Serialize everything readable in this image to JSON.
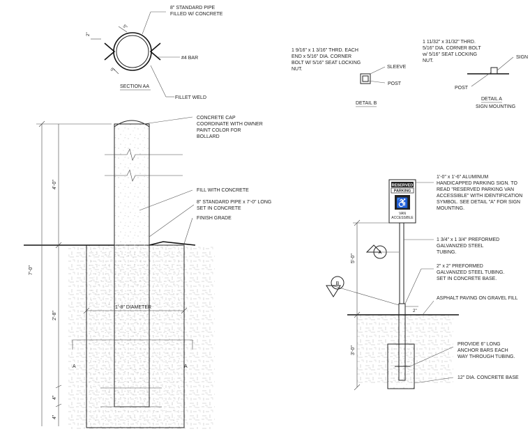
{
  "section_aa": {
    "pipe_note": [
      "8\" STANDARD PIPE",
      "FILLED W/ CONCRETE"
    ],
    "bar_note": "#4 BAR",
    "weld_note": "FILLET WELD",
    "title": "SECTION AA",
    "dim_2": "2\"",
    "dim_5a": "5\"",
    "dim_5b": "5\""
  },
  "detail_b": {
    "note": [
      "1 9/16\" x 1 3/16\" THRD. EACH",
      "END x 5/16\" DIA. CORNER",
      "BOLT W/ 5/16\" SEAT LOCKING",
      "NUT."
    ],
    "sleeve": "SLEEVE",
    "post": "POST",
    "title": "DETAIL B"
  },
  "detail_a": {
    "note": [
      "1 11/32\" x 31/32\" THRD.",
      "5/16\" DIA. CORNER BOLT",
      "w/ 5/16\" SEAT LOCKING",
      "NUT."
    ],
    "sign": "SIGN",
    "post": "POST",
    "title": "DETAIL A",
    "subtitle": "SIGN MOUNTING"
  },
  "bollard": {
    "cap_note": [
      "CONCRETE CAP",
      "COORDINATE WITH OWNER",
      "PAINT COLOR FOR",
      "BOLLARD"
    ],
    "fill_note": "FILL WITH CONCRETE",
    "pipe_note": [
      "8\" STANDARD PIPE x 7'-0\" LONG",
      "SET IN CONCRETE"
    ],
    "grade_note": "FINISH GRADE",
    "diameter": "1'-8\" DIAMETER",
    "dim_7": "7'-0\"",
    "dim_4": "4'-0\"",
    "dim_28": "2'-8\"",
    "dim_4in_a": "4\"",
    "dim_4in_b": "4\"",
    "section_a_left": "A",
    "section_a_right": "A"
  },
  "sign_post": {
    "sign_reserved": "RESERVED",
    "sign_parking": "PARKING",
    "sign_van": "VAN",
    "sign_accessible": "ACCESSIBLE",
    "sign_note": [
      "1'-0\" x 1'-6\" ALUMINUM",
      "HANDICAPPED PARKING SIGN. TO",
      "READ \"RESERVED PARKING VAN",
      "ACCESSIBLE\" WITH IDENTIFICATION",
      "SYMBOL. SEE DETAIL \"A\" FOR SIGN",
      "MOUNTING."
    ],
    "tubing_note": [
      "1 3/4\" x 1 3/4\" PREFORMED",
      "GALVANIZED STEEL",
      "TUBING."
    ],
    "base_tubing_note": [
      "2\" x 2\" PREFORMED",
      "GALVANIZED STEEL TUBING.",
      "SET IN CONCRETE BASE."
    ],
    "asphalt_note": "ASPHALT PAVING ON GRAVEL FILL",
    "anchor_note": [
      "PROVIDE 6\" LONG",
      "ANCHOR BARS EACH",
      "WAY THROUGH TUBING."
    ],
    "base_note": "12\" DIA. CONCRETE BASE",
    "dim_5": "5'-0\"",
    "dim_3": "3'-0\"",
    "dim_2in": "2\"",
    "callout_a": "A",
    "callout_b": "B"
  }
}
